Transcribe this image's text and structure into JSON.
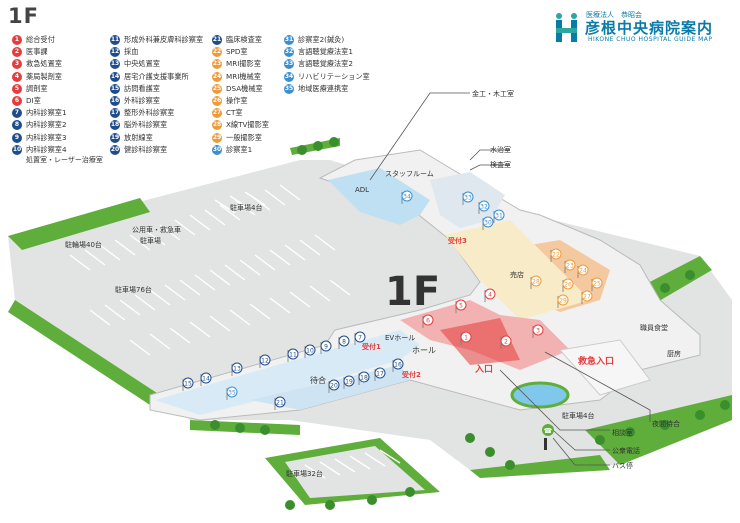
{
  "floor_label": "1F",
  "big_floor_label": "1F",
  "logo": {
    "corp": "医療法人　恭昭会",
    "title": "彦根中央病院案内",
    "subtitle": "HIKONE CHUO HOSPITAL GUIDE MAP"
  },
  "legend": {
    "columns": [
      [
        {
          "num": "1",
          "label": "総合受付",
          "color": "red"
        },
        {
          "num": "2",
          "label": "医事課",
          "color": "red"
        },
        {
          "num": "3",
          "label": "救急処置室",
          "color": "red"
        },
        {
          "num": "4",
          "label": "薬局製剤室",
          "color": "red"
        },
        {
          "num": "5",
          "label": "調剤室",
          "color": "red"
        },
        {
          "num": "6",
          "label": "DI室",
          "color": "red"
        },
        {
          "num": "7",
          "label": "内科診察室1",
          "color": "navy"
        },
        {
          "num": "8",
          "label": "内科診察室2",
          "color": "navy"
        },
        {
          "num": "9",
          "label": "内科診察室3",
          "color": "navy"
        },
        {
          "num": "10",
          "label": "内科診察室4",
          "color": "navy",
          "note": "処置室・レーザー治療室"
        }
      ],
      [
        {
          "num": "11",
          "label": "形成外科兼皮膚科診察室",
          "color": "navy"
        },
        {
          "num": "12",
          "label": "採血",
          "color": "navy"
        },
        {
          "num": "13",
          "label": "中央処置室",
          "color": "navy"
        },
        {
          "num": "14",
          "label": "居宅介護支援事業所",
          "color": "navy"
        },
        {
          "num": "15",
          "label": "訪問看護室",
          "color": "navy"
        },
        {
          "num": "16",
          "label": "外科診察室",
          "color": "navy"
        },
        {
          "num": "17",
          "label": "整形外科診察室",
          "color": "navy"
        },
        {
          "num": "18",
          "label": "脳外科診察室",
          "color": "navy"
        },
        {
          "num": "19",
          "label": "放射線室",
          "color": "navy"
        },
        {
          "num": "20",
          "label": "健診科診察室",
          "color": "navy"
        }
      ],
      [
        {
          "num": "21",
          "label": "臨床検査室",
          "color": "navy"
        },
        {
          "num": "22",
          "label": "SPD室",
          "color": "orange"
        },
        {
          "num": "23",
          "label": "MRI撮影室",
          "color": "orange"
        },
        {
          "num": "24",
          "label": "MRI機械室",
          "color": "orange"
        },
        {
          "num": "25",
          "label": "DSA機械室",
          "color": "orange"
        },
        {
          "num": "26",
          "label": "操作室",
          "color": "orange"
        },
        {
          "num": "27",
          "label": "CT室",
          "color": "orange"
        },
        {
          "num": "28",
          "label": "X線TV撮影室",
          "color": "orange"
        },
        {
          "num": "29",
          "label": "一般撮影室",
          "color": "orange"
        },
        {
          "num": "30",
          "label": "診察室1",
          "color": "blue"
        }
      ],
      [
        {
          "num": "31",
          "label": "診察室2(鍼灸)",
          "color": "blue"
        },
        {
          "num": "32",
          "label": "言語聴覚療法室1",
          "color": "blue"
        },
        {
          "num": "33",
          "label": "言語聴覚療法室2",
          "color": "blue"
        },
        {
          "num": "34",
          "label": "リハビリテーション室",
          "color": "blue"
        },
        {
          "num": "35",
          "label": "地域医療連携室",
          "color": "blue"
        }
      ]
    ]
  },
  "map_labels": {
    "kinko": "金工・木工室",
    "suichi": "水治室",
    "kensa": "検査室",
    "staff": "スタッフルーム",
    "adl": "ADL",
    "parking4a": "駐車場4台",
    "parking40": "駐輪場40台",
    "official": "公用車・救急車",
    "official2": "駐車場",
    "parking76": "駐車場76台",
    "shop": "売店",
    "ukezuke3": "受付3",
    "ukezuke1": "受付1",
    "ukezuke2": "受付2",
    "ev": "EVホール",
    "hall": "ホール",
    "machiai": "待合",
    "entrance": "入口",
    "er_entrance": "救急入口",
    "shokuin": "職員食堂",
    "chubo": "厨房",
    "yakan": "夜間待合",
    "sodan": "相談室",
    "phone": "公衆電話",
    "bus": "バス停",
    "parking4b": "駐車場4台",
    "parking32": "駐車場32台"
  },
  "colors": {
    "red": "#e53d3d",
    "navy": "#1f4d8c",
    "orange": "#ee9a3a",
    "blue": "#3a8fd0",
    "accent": "#0a7aa6"
  }
}
